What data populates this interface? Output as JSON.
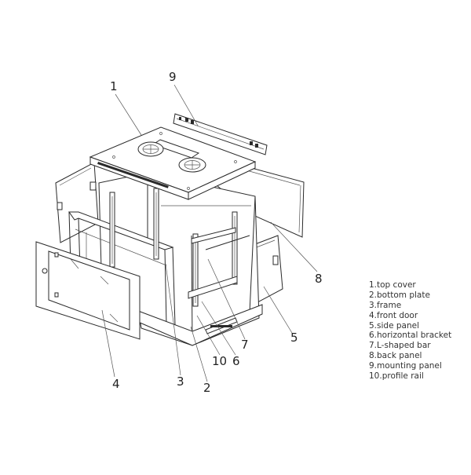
{
  "callouts": {
    "c1": "1",
    "c2": "2",
    "c3": "3",
    "c4": "4",
    "c5": "5",
    "c6": "6",
    "c7": "7",
    "c8": "8",
    "c9": "9",
    "c10": "10"
  },
  "legend": [
    "1.top cover",
    "2.bottom plate",
    "3.frame",
    "4.front door",
    "5.side panel",
    "6.horizontal bracket",
    "7.L-shaped bar",
    "8.back panel",
    "9.mounting panel",
    "10.profile rail"
  ]
}
